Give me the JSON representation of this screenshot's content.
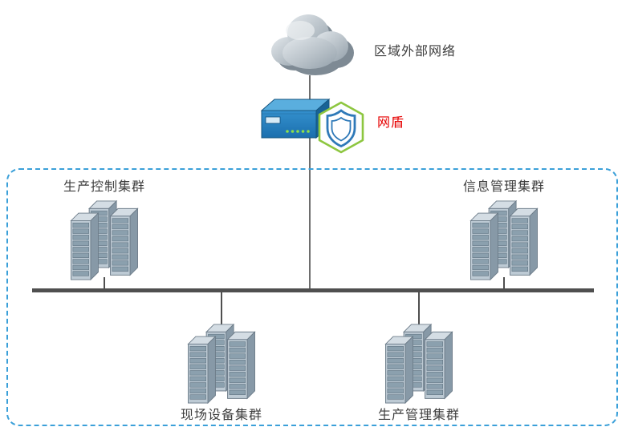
{
  "diagram": {
    "external_network": {
      "label": "区域外部网络"
    },
    "firewall": {
      "label": "网盾",
      "label_color": "#e60000"
    },
    "clusters": [
      {
        "id": "production-control",
        "label": "生产控制集群",
        "position": "top-left"
      },
      {
        "id": "information-management",
        "label": "信息管理集群",
        "position": "top-right"
      },
      {
        "id": "field-device",
        "label": "现场设备集群",
        "position": "bottom-left"
      },
      {
        "id": "production-management",
        "label": "生产管理集群",
        "position": "bottom-right"
      }
    ],
    "icons": {
      "cloud": "cloud-shape",
      "firewall": "blue-3d-appliance-box",
      "shield": "hexagon-shield-badge",
      "server_cluster": "stacked-server-towers"
    },
    "colors": {
      "boundary_dashed": "#3ba0d9",
      "bus_line": "#4f4f4f",
      "connector_line": "#6e6e6e",
      "cloud_gray": "#b9c2c9",
      "firewall_blue": "#1e78b8",
      "shield_hex_green": "#8dc63f",
      "shield_blue": "#2e79b8",
      "server_steel": "#b7c5d0",
      "label_text": "#3d3d3d"
    }
  }
}
